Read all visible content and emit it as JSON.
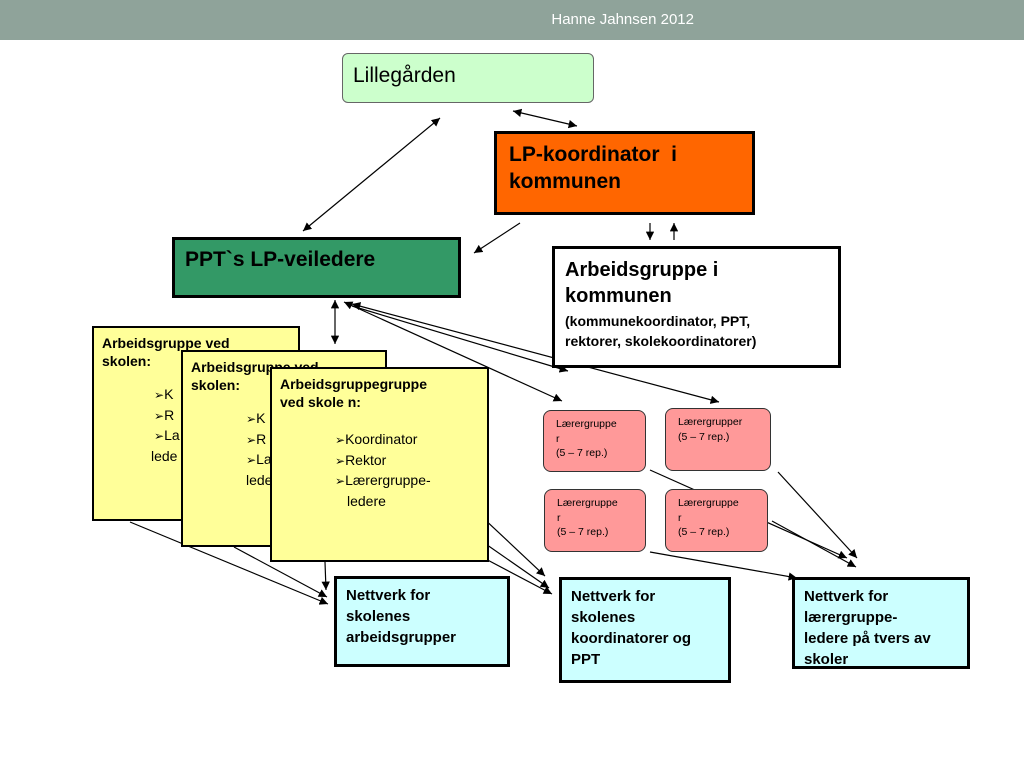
{
  "header": {
    "credit": "Hanne Jahnsen 2012"
  },
  "nodes": {
    "lillegarden": "Lillegården",
    "lp_koordinator": [
      "LP-koordinator  i",
      "kommunen"
    ],
    "ppt_veiledere": "PPT`s LP-veiledere",
    "arbeidsgruppe_kommunen": {
      "title": [
        "Arbeidsgruppe i",
        "kommunen"
      ],
      "subtitle": [
        "(kommunekoordinator, PPT,",
        "rektorer, skolekoordinatorer)"
      ]
    },
    "skole_groups": [
      {
        "title": [
          "Arbeidsgruppe ved",
          "skolen:"
        ],
        "items": [
          "K",
          "R",
          "La",
          "lede"
        ]
      },
      {
        "title": [
          "Arbeidsgruppe ved",
          "skolen:"
        ],
        "items": [
          "K",
          "R",
          "La",
          "lede"
        ]
      },
      {
        "title": [
          "Arbeidsgruppegruppe",
          "ved skole n:"
        ],
        "items": [
          "Koordinator",
          "Rektor",
          "Lærergruppe-",
          "ledere"
        ]
      }
    ],
    "laerergrupper": [
      {
        "lines": [
          "Lærergruppe",
          "r",
          "(5 – 7 rep.)"
        ]
      },
      {
        "lines": [
          "Lærergrupper",
          "(5 – 7 rep.)"
        ]
      },
      {
        "lines": [
          "Lærergruppe",
          "r",
          "(5 – 7 rep.)"
        ]
      },
      {
        "lines": [
          "Lærergruppe",
          "r",
          "(5 – 7 rep.)"
        ]
      }
    ],
    "nettverk": [
      [
        "Nettverk for",
        "skolenes",
        "arbeidsgrupper"
      ],
      [
        "Nettverk for",
        "skolenes",
        "koordinatorer og",
        "PPT"
      ],
      [
        "Nettverk for",
        "lærergruppe-",
        "ledere på tvers av",
        "skoler"
      ]
    ]
  },
  "colors": {
    "topbar": "#8fa39a",
    "lillegarden": "#ccffcc",
    "lp_koordinator": "#ff6600",
    "ppt": "#339966",
    "skole": "#ffff99",
    "laerergruppe": "#ff9999",
    "nettverk": "#ccffff"
  }
}
